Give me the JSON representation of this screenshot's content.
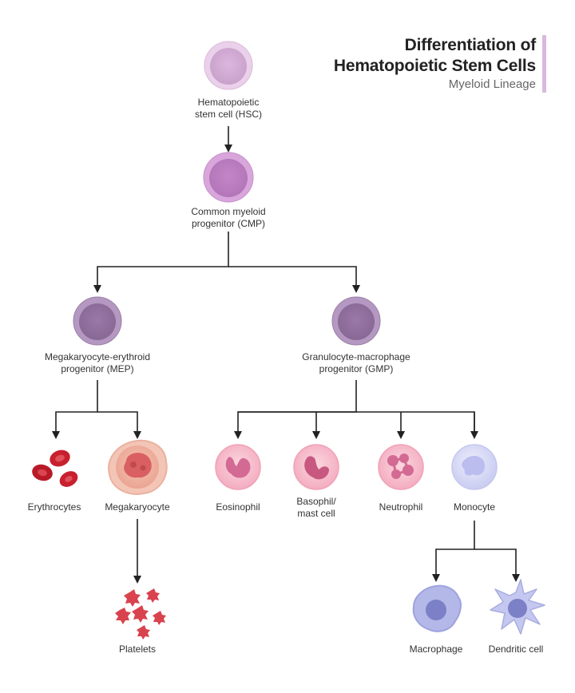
{
  "title": {
    "line1": "Differentiation of",
    "line2": "Hematopoietic Stem Cells",
    "subtitle": "Myeloid Lineage",
    "accent_color": "#d9b8de"
  },
  "nodes": {
    "hsc": {
      "line1": "Hematopoietic",
      "line2": "stem cell (HSC)"
    },
    "cmp": {
      "line1": "Common myeloid",
      "line2": "progenitor (CMP)"
    },
    "mep": {
      "line1": "Megakaryocyte-erythroid",
      "line2": "progenitor (MEP)"
    },
    "gmp": {
      "line1": "Granulocyte-macrophage",
      "line2": "progenitor (GMP)"
    },
    "erythrocytes": {
      "label": "Erythrocytes"
    },
    "megakaryocyte": {
      "label": "Megakaryocyte"
    },
    "platelets": {
      "label": "Platelets"
    },
    "eosinophil": {
      "label": "Eosinophil"
    },
    "basophil": {
      "line1": "Basophil/",
      "line2": "mast cell"
    },
    "neutrophil": {
      "label": "Neutrophil"
    },
    "monocyte": {
      "label": "Monocyte"
    },
    "macrophage": {
      "label": "Macrophage"
    },
    "dendritic": {
      "label": "Dendritic cell"
    }
  },
  "colors": {
    "hsc": "#e6c8e6",
    "cmp": "#cf9fd3",
    "progenitor": "#a889b6",
    "erythrocyte": "#c8202e",
    "megakaryocyte": "#f0b2a0",
    "platelet": "#d9434e",
    "granulocyte": "#f7c4d2",
    "granulocyte_nucleus": "#d36a93",
    "monocyte": "#dcdcf8",
    "macrophage": "#b9bde8",
    "connector": "#222222"
  }
}
